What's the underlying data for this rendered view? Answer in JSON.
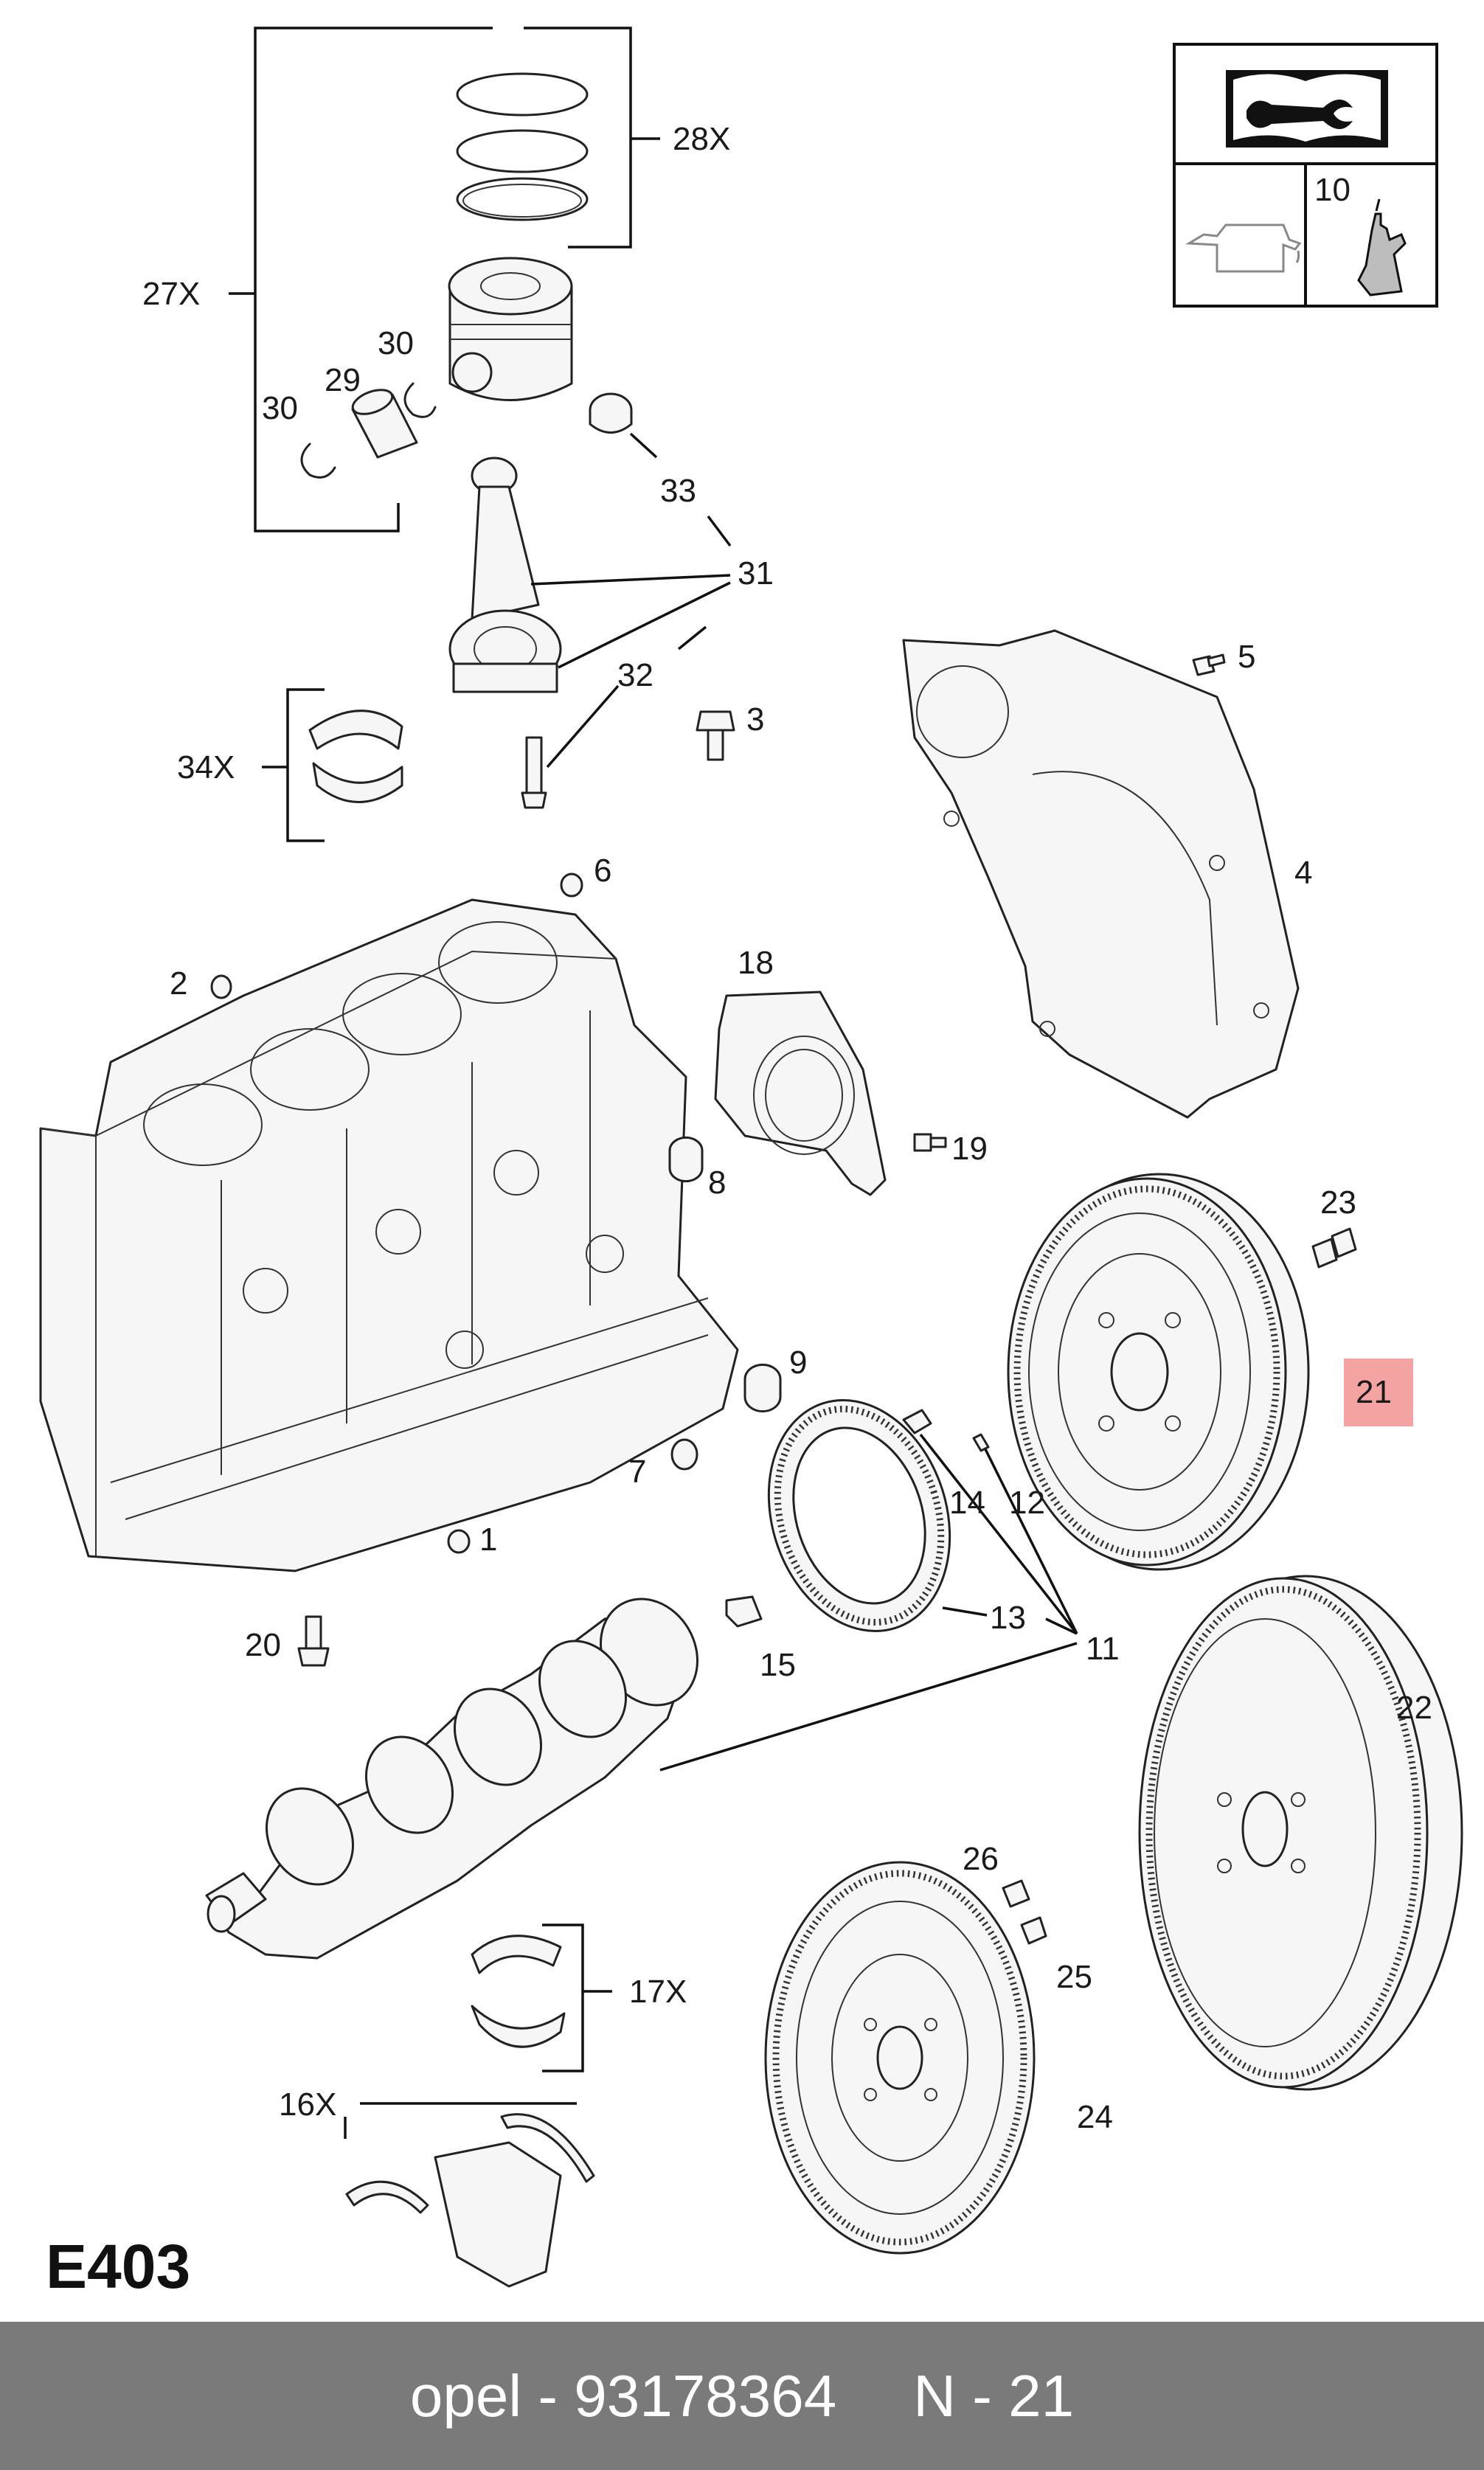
{
  "diagram": {
    "code": "E403",
    "highlighted_callout": "21",
    "highlight_color": "#f4a3a3",
    "icons": [
      "repair-manual-icon",
      "oil-can-icon",
      "sealant-tube-icon"
    ],
    "legend_number": "10",
    "callouts": {
      "c1": "1",
      "c2": "2",
      "c3": "3",
      "c4": "4",
      "c5": "5",
      "c6": "6",
      "c7": "7",
      "c8": "8",
      "c9": "9",
      "c11": "11",
      "c12": "12",
      "c13": "13",
      "c14": "14",
      "c15": "15",
      "c16": "16X",
      "c17": "17X",
      "c18": "18",
      "c19": "19",
      "c20": "20",
      "c21": "21",
      "c22": "22",
      "c23": "23",
      "c24": "24",
      "c25": "25",
      "c26": "26",
      "c27": "27X",
      "c28": "28X",
      "c29": "29",
      "c30a": "30",
      "c30b": "30",
      "c31": "31",
      "c32": "32",
      "c33": "33",
      "c34": "34X"
    }
  },
  "footer": {
    "brand_part": "opel - 93178364",
    "ref": "N - 21",
    "background": "#7a7a7a"
  }
}
